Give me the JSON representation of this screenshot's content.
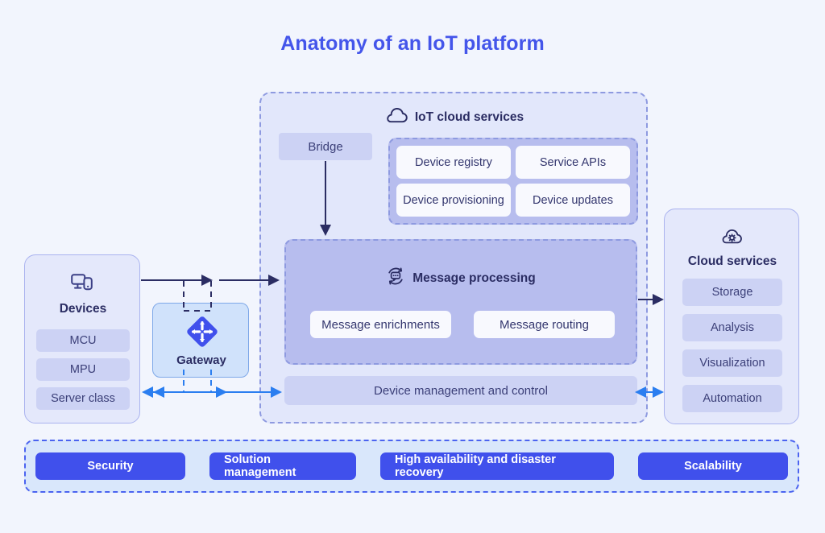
{
  "title": "Anatomy of an IoT platform",
  "colors": {
    "background": "#f2f5fd",
    "title_blue": "#4455ea",
    "accent_blue": "#4050ec",
    "navy": "#2b2d63",
    "chip_purple": "#ccd2f4",
    "group_purple": "#b7bdee",
    "dashed_border": "#8e9ae0",
    "gateway_blue": "#d0e2fb",
    "arrow_navy": "#2b2d63",
    "arrow_blue": "#2b7ef0"
  },
  "devices": {
    "icon": "devices-monitor-icon",
    "label": "Devices",
    "items": [
      "MCU",
      "MPU",
      "Server class"
    ]
  },
  "gateway": {
    "icon": "gateway-diamond-arrows-icon",
    "label": "Gateway"
  },
  "iot_region": {
    "icon": "cloud-icon",
    "label": "IoT cloud services",
    "bridge": "Bridge",
    "services": [
      "Device registry",
      "Service APIs",
      "Device provisioning",
      "Device updates"
    ],
    "message_processing": {
      "icon": "message-processing-icon",
      "label": "Message processing",
      "cards": [
        "Message enrichments",
        "Message routing"
      ]
    },
    "device_management": "Device management and control"
  },
  "cloud_services": {
    "icon": "cloud-gear-icon",
    "label": "Cloud services",
    "items": [
      "Storage",
      "Analysis",
      "Visualization",
      "Automation"
    ]
  },
  "bottom_bar": {
    "pills": [
      "Security",
      "Solution management",
      "High availability and disaster recovery",
      "Scalability"
    ]
  }
}
